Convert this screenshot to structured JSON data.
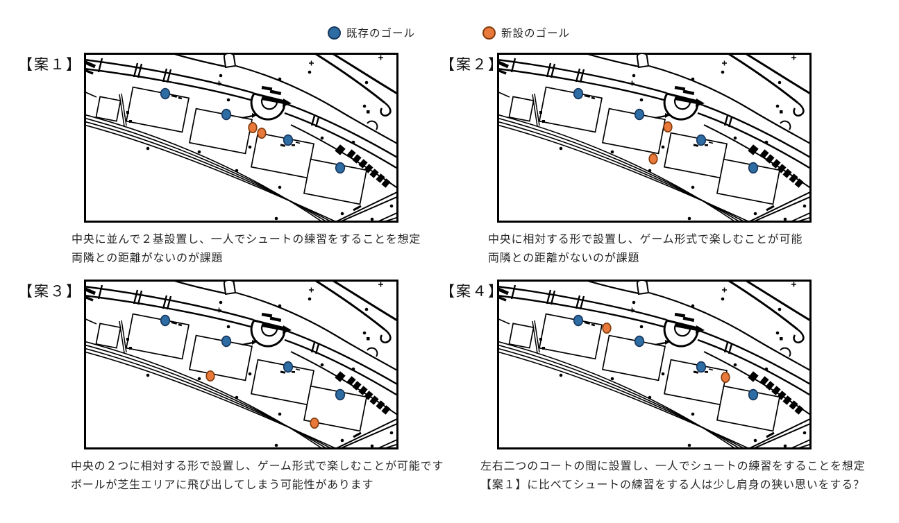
{
  "legend": {
    "items": [
      {
        "label": "既存のゴール",
        "color": "#2E6DA4",
        "border": "#17375E"
      },
      {
        "label": "新設のゴール",
        "color": "#E8793B",
        "border": "#833C0C"
      }
    ]
  },
  "panels": [
    {
      "title": "【案１】",
      "caption_lines": [
        "中央に並んで２基設置し、一人でシュートの練習をすることを想定",
        "両隣との距離がないのが課題"
      ],
      "existing_goals": [
        [
          117,
          59
        ],
        [
          205,
          89
        ],
        [
          294,
          126
        ],
        [
          369,
          166
        ]
      ],
      "new_goals": [
        [
          243,
          108
        ],
        [
          256,
          116
        ]
      ]
    },
    {
      "title": "【案２】",
      "caption_lines": [
        "中央に相対する形で設置し、ゲーム形式で楽しむことが可能",
        "両隣との距離がないのが課題"
      ],
      "existing_goals": [
        [
          117,
          59
        ],
        [
          205,
          89
        ],
        [
          294,
          126
        ],
        [
          369,
          166
        ]
      ],
      "new_goals": [
        [
          246,
          107
        ],
        [
          225,
          153
        ]
      ]
    },
    {
      "title": "【案３】",
      "caption_lines": [
        "中央の２つに相対する形で設置し、ゲーム形式で楽しむことが可能です",
        "ボールが芝生エリアに飛び出してしまう可能性があります"
      ],
      "existing_goals": [
        [
          117,
          59
        ],
        [
          205,
          89
        ],
        [
          294,
          126
        ],
        [
          369,
          166
        ]
      ],
      "new_goals": [
        [
          182,
          139
        ],
        [
          332,
          207
        ]
      ]
    },
    {
      "title": "【案４】",
      "caption_lines": [
        "左右二つのコートの間に設置し、一人でシュートの練習をすることを想定",
        "【案１】に比べてシュートの練習をする人は少し肩身の狭い思いをする？"
      ],
      "existing_goals": [
        [
          117,
          59
        ],
        [
          205,
          89
        ],
        [
          294,
          126
        ],
        [
          369,
          166
        ]
      ],
      "new_goals": [
        [
          158,
          70
        ],
        [
          329,
          141
        ]
      ]
    }
  ]
}
